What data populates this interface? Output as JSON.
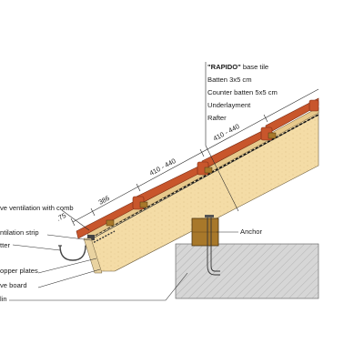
{
  "legend": {
    "title_bold": "\"RAPIDO\"",
    "title_rest": " base tile",
    "items": [
      "Batten 3x5 cm",
      "Counter batten 5x5 cm",
      "Underlayment",
      "Rafter"
    ]
  },
  "left_labels": [
    "ve ventilation with comb",
    "ntilation strip",
    "tter",
    "opper plates",
    "ve board",
    "lin"
  ],
  "anchor_label": "Anchor",
  "dimensions": [
    ".75",
    "386",
    "410 - 440",
    "410 - 440"
  ],
  "colors": {
    "tile": "#c8562c",
    "tile_edge": "#7a2a12",
    "rafter": "#f4dca6",
    "wall_plate": "#a8782a",
    "concrete": "#d6d6d6"
  }
}
